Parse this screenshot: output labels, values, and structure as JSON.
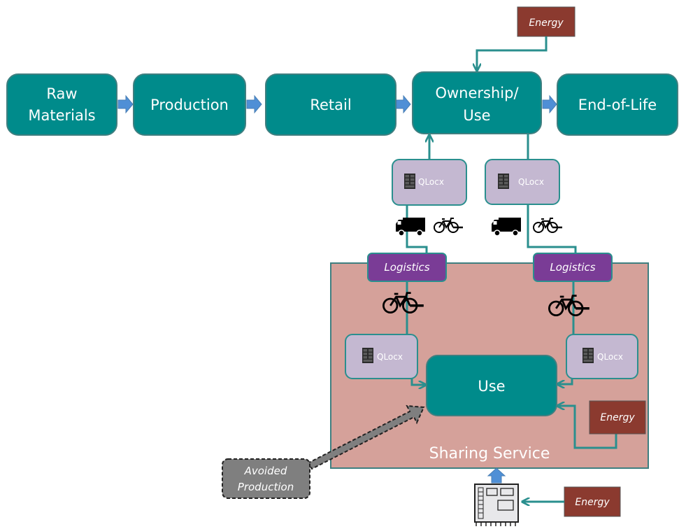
{
  "flow": {
    "raw": [
      "Raw",
      "Materials"
    ],
    "production": "Production",
    "retail": "Retail",
    "ownership": [
      "Ownership/",
      "Use"
    ],
    "end_of_life": "End-of-Life"
  },
  "energy_label": "Energy",
  "qlocx_label": "QLocx",
  "logistics_label": "Logistics",
  "sharing": {
    "use_label": "Use",
    "service_label": "Sharing Service"
  },
  "avoided": [
    "Avoided",
    "Production"
  ],
  "colors": {
    "teal": "#008b8b",
    "teal_border": "#3f7f80",
    "arrow_blue": "#4f8fd6",
    "energy_bg": "#8b3a2f",
    "qlocx_bg": "#c4b8d1",
    "logistics_bg": "#7a3c96",
    "sharing_bg": "#d5a19a",
    "avoided_bg": "#7f7f7f"
  },
  "icons": [
    "locker-icon",
    "truck-icon",
    "bicycle-icon",
    "factory-machine-icon"
  ]
}
